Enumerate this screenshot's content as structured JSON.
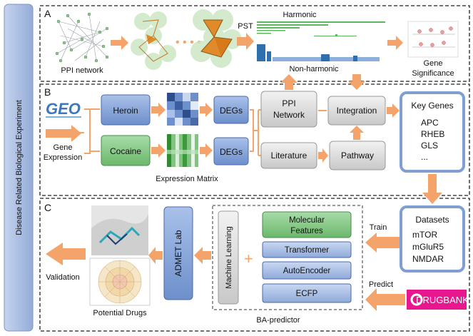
{
  "side_label": "Disease Related Biological Experiment",
  "panels": {
    "a": {
      "letter": "A",
      "ppi_label": "PPI network",
      "pst_label": "PST",
      "harmonic_label": "Harmonic",
      "nonharmonic_label": "Non-harmonic",
      "gene_sig_line1": "Gene",
      "gene_sig_line2": "Significance"
    },
    "b": {
      "letter": "B",
      "geo_logo": "GEO",
      "gene_expr_line1": "Gene",
      "gene_expr_line2": "Expression",
      "heroin": "Heroin",
      "cocaine": "Cocaine",
      "degs_top": "DEGs",
      "degs_bottom": "DEGs",
      "expr_matrix": "Expression Matrix",
      "ppi_net_line1": "PPI",
      "ppi_net_line2": "Network",
      "literature": "Literature",
      "integration": "Integration",
      "pathway": "Pathway",
      "key_genes": {
        "title": "Key Genes",
        "genes": [
          "APC",
          "RHEB",
          "GLS",
          "..."
        ]
      }
    },
    "c": {
      "letter": "C",
      "validation": "Validation",
      "potential_drugs": "Potential Drugs",
      "admet": "ADMET Lab",
      "machine_learning": "Machine Learning",
      "features": [
        "Molecular Features",
        "Transformer",
        "AutoEncoder",
        "ECFP"
      ],
      "ba_predictor": "BA-predictor",
      "train": "Train",
      "predict": "Predict",
      "datasets": {
        "title": "Datasets",
        "items": [
          "mTOR",
          "mGluR5",
          "NMDAR"
        ]
      },
      "drugbank": "DRUGBANK"
    }
  },
  "colors": {
    "blue_box": "#7f9fd3",
    "green_box": "#7fc47f",
    "gray_box": "#d9d9d9",
    "arrow": "#f4a46b",
    "side_bar": "#a9bde3",
    "drugbank": "#e8168f"
  }
}
